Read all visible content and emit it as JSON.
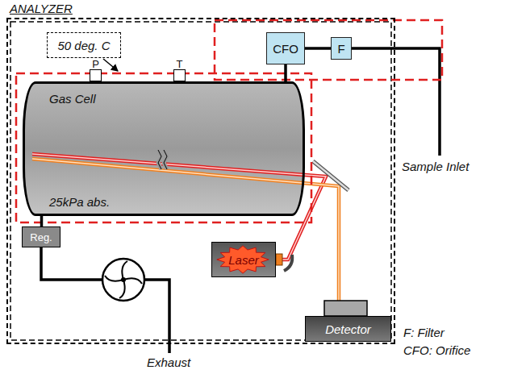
{
  "diagram": {
    "nodes": [
      {
        "text": [
          "ANALYZER"
        ]
      },
      {
        "text": [
          "50 deg. C"
        ],
        "in": 0
      },
      {
        "text": [
          "P"
        ],
        "in": 0
      },
      {
        "text": [
          "T"
        ],
        "in": 0
      },
      {
        "text": [
          "Gas Cell",
          "25kPa abs."
        ],
        "in": 0
      },
      {
        "text": [
          "CFO"
        ],
        "in": 0
      },
      {
        "text": [
          "F"
        ],
        "in": 0
      },
      {
        "text": [
          "Laser"
        ],
        "in": 0
      },
      {
        "text": [
          "Reg."
        ],
        "in": 0
      },
      {
        "text": [
          "Detector"
        ],
        "in": 0
      }
    ],
    "edges": [
      {
        "from": 6,
        "to": 5,
        "arrow": "none"
      },
      {
        "from": 5,
        "to": 4,
        "arrow": "none"
      },
      {
        "from": 4,
        "to": 8,
        "arrow": "none"
      }
    ],
    "labels": [
      "Sample Inlet",
      "Exhaust",
      "F: Filter",
      "CFO: Orifice"
    ]
  }
}
